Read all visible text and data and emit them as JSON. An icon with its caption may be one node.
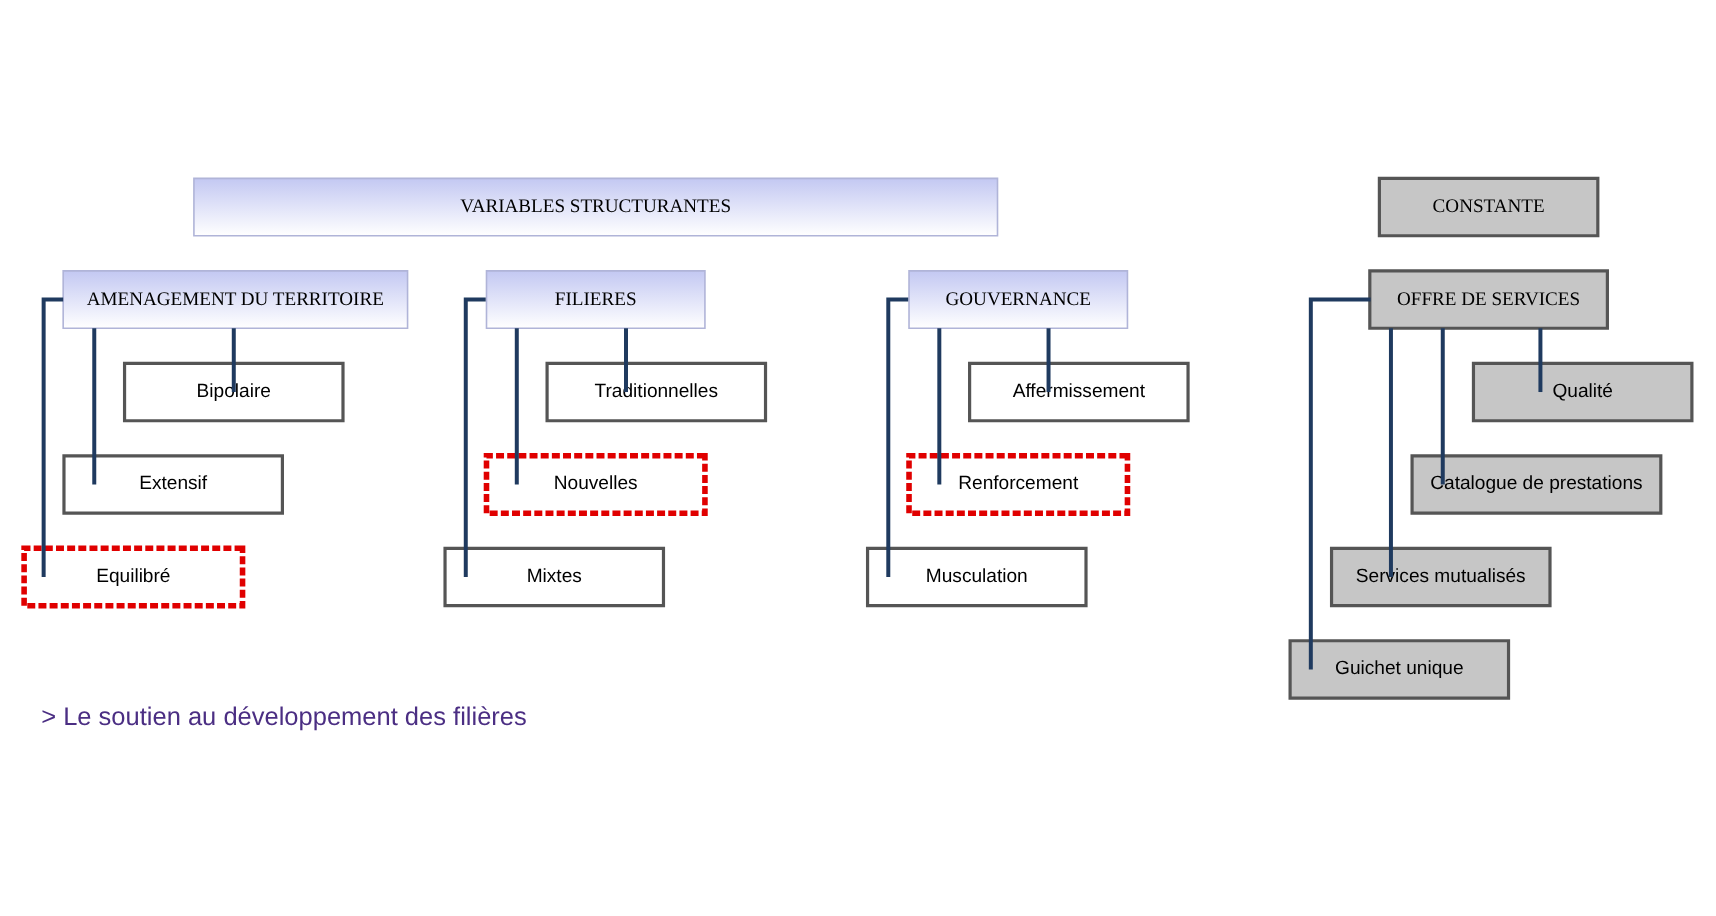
{
  "diagram": {
    "caption": "> Le soutien au développement des filières",
    "nodes": [
      {
        "text": [
          "VARIABLES STRUCTURANTES"
        ]
      },
      {
        "text": [
          "CONSTANTE"
        ]
      },
      {
        "text": [
          "AMENAGEMENT DU TERRITOIRE"
        ]
      },
      {
        "text": [
          "FILIERES"
        ]
      },
      {
        "text": [
          "GOUVERNANCE"
        ]
      },
      {
        "text": [
          "OFFRE DE SERVICES"
        ]
      },
      {
        "text": [
          "Bipolaire"
        ]
      },
      {
        "text": [
          "Extensif"
        ]
      },
      {
        "text": [
          "Equilibré"
        ]
      },
      {
        "text": [
          "Traditionnelles"
        ]
      },
      {
        "text": [
          "Nouvelles"
        ]
      },
      {
        "text": [
          "Mixtes"
        ]
      },
      {
        "text": [
          "Affermissement"
        ]
      },
      {
        "text": [
          "Renforcement"
        ]
      },
      {
        "text": [
          "Musculation"
        ]
      },
      {
        "text": [
          "Qualité"
        ]
      },
      {
        "text": [
          "Catalogue de prestations"
        ]
      },
      {
        "text": [
          "Services mutualisés"
        ]
      },
      {
        "text": [
          "Guichet unique"
        ]
      }
    ],
    "edges": [
      {
        "from": 2,
        "to": 6,
        "arrow": "none"
      },
      {
        "from": 2,
        "to": 7,
        "arrow": "none"
      },
      {
        "from": 2,
        "to": 8,
        "arrow": "none"
      },
      {
        "from": 3,
        "to": 9,
        "arrow": "none"
      },
      {
        "from": 3,
        "to": 10,
        "arrow": "none"
      },
      {
        "from": 3,
        "to": 11,
        "arrow": "none"
      },
      {
        "from": 4,
        "to": 12,
        "arrow": "none"
      },
      {
        "from": 4,
        "to": 13,
        "arrow": "none"
      },
      {
        "from": 4,
        "to": 14,
        "arrow": "none"
      },
      {
        "from": 5,
        "to": 15,
        "arrow": "none"
      },
      {
        "from": 5,
        "to": 16,
        "arrow": "none"
      },
      {
        "from": 5,
        "to": 17,
        "arrow": "none"
      },
      {
        "from": 5,
        "to": 18,
        "arrow": "none"
      }
    ]
  }
}
